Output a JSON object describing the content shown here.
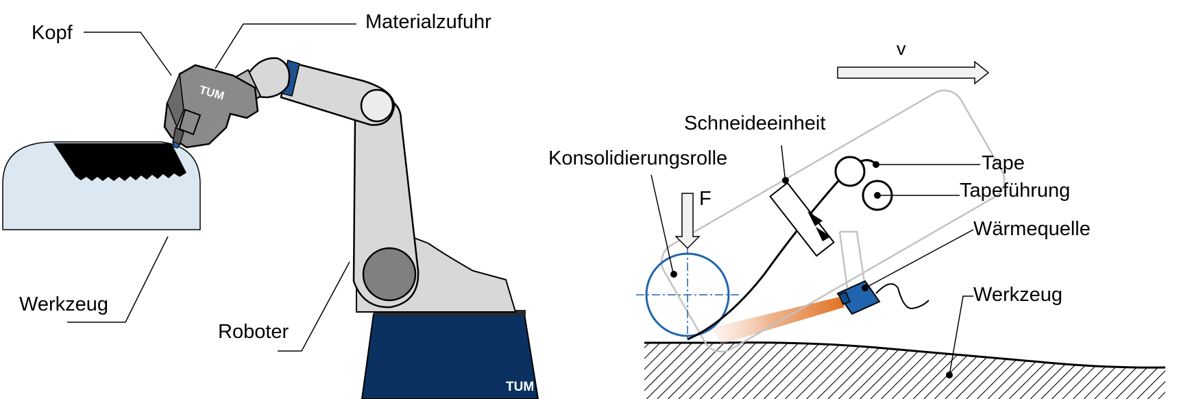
{
  "left_diagram": {
    "labels": {
      "kopf": "Kopf",
      "materialzufuhr": "Materialzufuhr",
      "werkzeug": "Werkzeug",
      "roboter": "Roboter"
    },
    "logo_text": "TUM"
  },
  "right_diagram": {
    "labels": {
      "v": "v",
      "schneideeinheit": "Schneideeinheit",
      "konsolidierungsrolle": "Konsolidierungsrolle",
      "f": "F",
      "tape": "Tape",
      "tapefuehrung": "Tapeführung",
      "waermequelle": "Wärmequelle",
      "werkzeug": "Werkzeug"
    }
  },
  "colors": {
    "tum_navy": "#0a3160",
    "tum_blue": "#1f64ad",
    "robot_grey": "#d8d8d8",
    "head_grey": "#8a8a8a",
    "tool_fill": "#dbe7f1",
    "heat_orange": "#e07020"
  }
}
